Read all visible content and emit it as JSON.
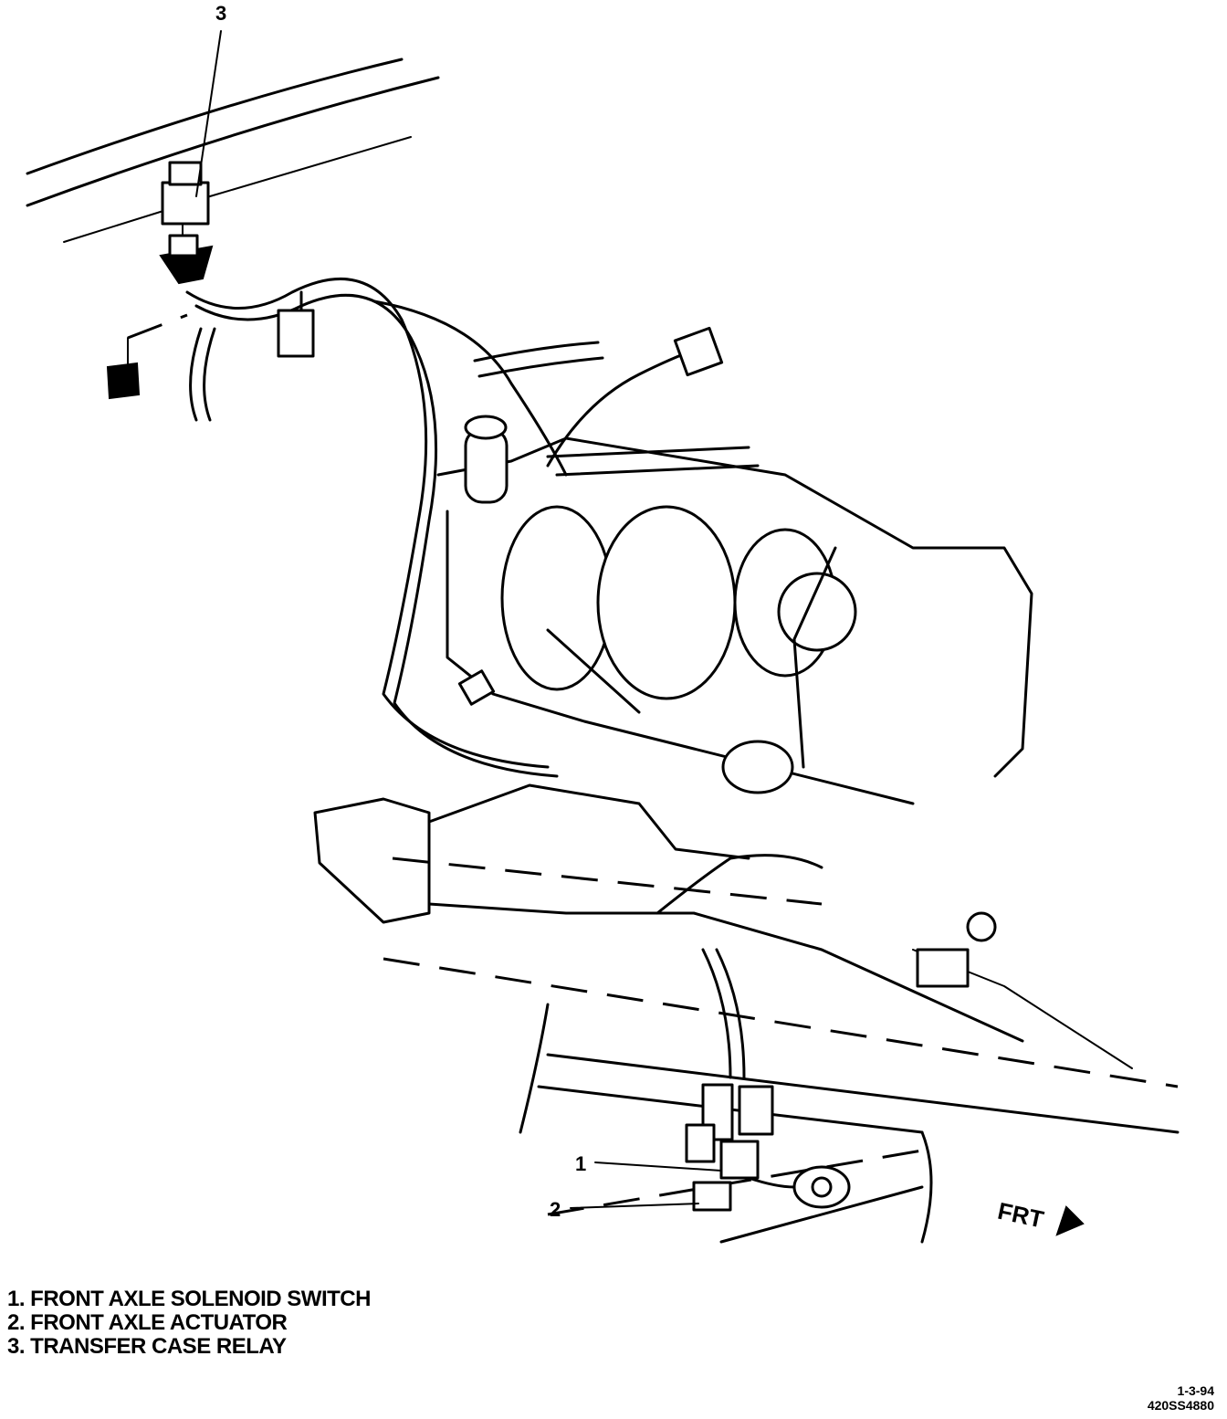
{
  "callouts": {
    "c1": "1",
    "c2": "2",
    "c3": "3"
  },
  "direction_label": "FRT",
  "legend": [
    "1. FRONT AXLE SOLENOID SWITCH",
    "2. FRONT AXLE ACTUATOR",
    "3. TRANSFER CASE RELAY"
  ],
  "reference": {
    "date": "1-3-94",
    "number": "420SS4880"
  }
}
